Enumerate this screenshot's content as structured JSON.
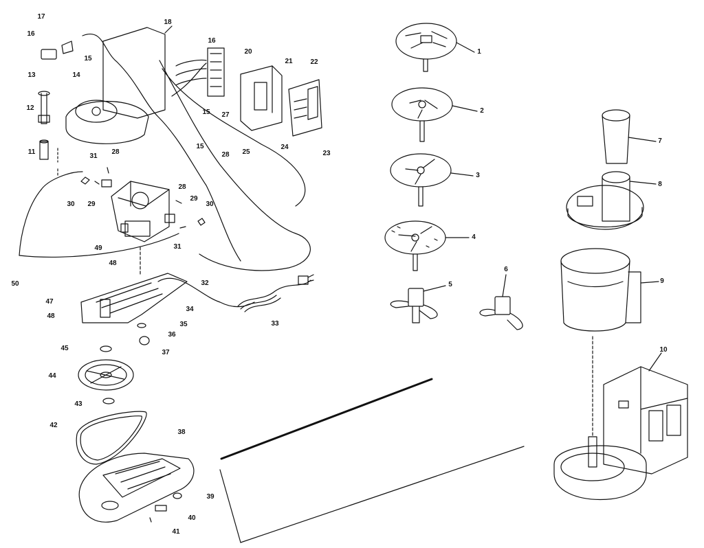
{
  "colors": {
    "ink": "#111111",
    "paper": "#ffffff"
  },
  "callouts": [
    {
      "id": "c1",
      "text": "1"
    },
    {
      "id": "c2",
      "text": "2"
    },
    {
      "id": "c3",
      "text": "3"
    },
    {
      "id": "c4",
      "text": "4"
    },
    {
      "id": "c5",
      "text": "5"
    },
    {
      "id": "c6",
      "text": "6"
    },
    {
      "id": "c7",
      "text": "7"
    },
    {
      "id": "c8",
      "text": "8"
    },
    {
      "id": "c9",
      "text": "9"
    },
    {
      "id": "c10",
      "text": "10"
    },
    {
      "id": "c11",
      "text": "11"
    },
    {
      "id": "c12",
      "text": "12"
    },
    {
      "id": "c13",
      "text": "13"
    },
    {
      "id": "c14",
      "text": "14"
    },
    {
      "id": "c15a",
      "text": "15"
    },
    {
      "id": "c15b",
      "text": "15"
    },
    {
      "id": "c15c",
      "text": "15"
    },
    {
      "id": "c16a",
      "text": "16"
    },
    {
      "id": "c16b",
      "text": "16"
    },
    {
      "id": "c17",
      "text": "17"
    },
    {
      "id": "c18",
      "text": "18"
    },
    {
      "id": "c20",
      "text": "20"
    },
    {
      "id": "c21",
      "text": "21"
    },
    {
      "id": "c22",
      "text": "22"
    },
    {
      "id": "c23",
      "text": "23"
    },
    {
      "id": "c24",
      "text": "24"
    },
    {
      "id": "c25",
      "text": "25"
    },
    {
      "id": "c27",
      "text": "27"
    },
    {
      "id": "c28a",
      "text": "28"
    },
    {
      "id": "c28b",
      "text": "28"
    },
    {
      "id": "c28c",
      "text": "28"
    },
    {
      "id": "c29a",
      "text": "29"
    },
    {
      "id": "c29b",
      "text": "29"
    },
    {
      "id": "c30a",
      "text": "30"
    },
    {
      "id": "c30b",
      "text": "30"
    },
    {
      "id": "c31a",
      "text": "31"
    },
    {
      "id": "c31b",
      "text": "31"
    },
    {
      "id": "c32",
      "text": "32"
    },
    {
      "id": "c33",
      "text": "33"
    },
    {
      "id": "c34",
      "text": "34"
    },
    {
      "id": "c35",
      "text": "35"
    },
    {
      "id": "c36",
      "text": "36"
    },
    {
      "id": "c37",
      "text": "37"
    },
    {
      "id": "c38",
      "text": "38"
    },
    {
      "id": "c39",
      "text": "39"
    },
    {
      "id": "c40",
      "text": "40"
    },
    {
      "id": "c41",
      "text": "41"
    },
    {
      "id": "c42",
      "text": "42"
    },
    {
      "id": "c43",
      "text": "43"
    },
    {
      "id": "c44",
      "text": "44"
    },
    {
      "id": "c45",
      "text": "45"
    },
    {
      "id": "c47",
      "text": "47"
    },
    {
      "id": "c48a",
      "text": "48"
    },
    {
      "id": "c48b",
      "text": "48"
    },
    {
      "id": "c49",
      "text": "49"
    },
    {
      "id": "c50",
      "text": "50"
    }
  ]
}
